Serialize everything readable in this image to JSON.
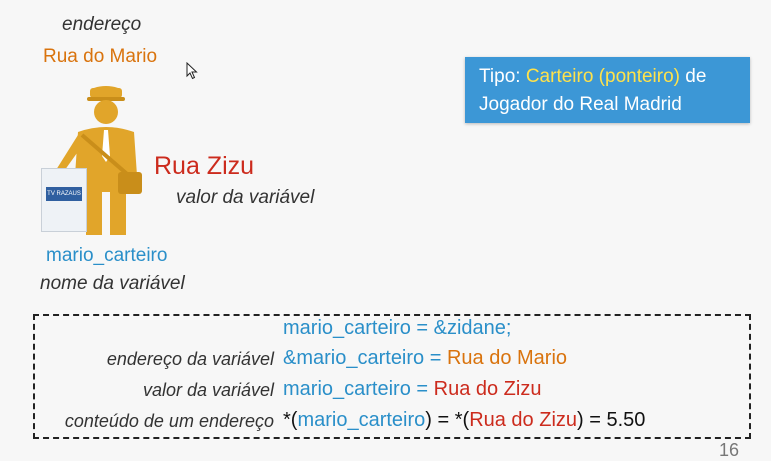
{
  "slide": {
    "label_endereco": "endereço",
    "address_value": "Rua do Mario",
    "value_big": "Rua Zizu",
    "label_valor": "valor da variável",
    "var_name": "mario_carteiro",
    "label_nome": "nome da variável",
    "jersey_text": "TV RAZAUS",
    "type_box": {
      "prefix": "Tipo: ",
      "highlight": "Carteiro (ponteiro)",
      "suffix": " de Jogador do Real Madrid"
    },
    "code": {
      "line1": {
        "a": "mario_carteiro",
        "b": " = &zidane;"
      },
      "line2": {
        "label": "endereço da variável",
        "a": "&mario_carteiro",
        "b": " = ",
        "c": "Rua do Mario"
      },
      "line3": {
        "label": "valor da variável",
        "a": "mario_carteiro",
        "b": " = ",
        "c": "Rua do Zizu"
      },
      "line4": {
        "label": "conteúdo de um endereço",
        "p1": "*(",
        "a": "mario_carteiro",
        "p2": ") = *(",
        "c": "Rua do Zizu",
        "p3": ") = 5.50"
      }
    },
    "page_number": "16"
  },
  "colors": {
    "orange": "#d9730d",
    "blue": "#2a8fc9",
    "red": "#cc2b1d",
    "box_blue": "#3c97d6",
    "highlight_yellow": "#ffe24a",
    "postman_gold": "#e1a52a"
  }
}
